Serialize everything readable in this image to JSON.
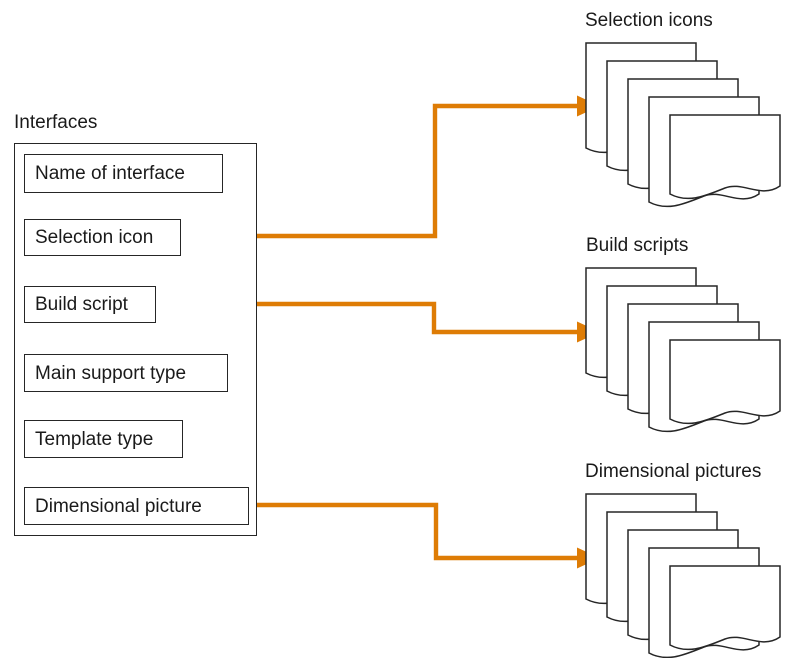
{
  "diagram": {
    "type": "entity-to-document-stacks",
    "title_visible": false,
    "colors": {
      "connector": "#DE7C05",
      "stroke": "#262626",
      "text": "#1A1A1A",
      "background": "#FFFFFF"
    },
    "entity": {
      "label": "Interfaces",
      "attributes": [
        {
          "name": "name-of-interface",
          "label": "Name of interface",
          "has_connector": false
        },
        {
          "name": "selection-icon",
          "label": "Selection icon",
          "has_connector": true,
          "target": "selection-icons"
        },
        {
          "name": "build-script",
          "label": "Build script",
          "has_connector": true,
          "target": "build-scripts"
        },
        {
          "name": "main-support-type",
          "label": "Main support type",
          "has_connector": false
        },
        {
          "name": "template-type",
          "label": "Template type",
          "has_connector": false
        },
        {
          "name": "dimensional-picture",
          "label": "Dimensional picture",
          "has_connector": true,
          "target": "dimensional-pictures"
        }
      ]
    },
    "stacks": [
      {
        "name": "selection-icons",
        "label": "Selection icons",
        "documents": 5
      },
      {
        "name": "build-scripts",
        "label": "Build scripts",
        "documents": 5
      },
      {
        "name": "dimensional-pictures",
        "label": "Dimensional pictures",
        "documents": 5
      }
    ],
    "connectors": [
      {
        "name": "connector-selection-icon",
        "from": "Selection icon",
        "to": "Selection icons",
        "arrow": true
      },
      {
        "name": "connector-build-script",
        "from": "Build script",
        "to": "Build scripts",
        "arrow": true
      },
      {
        "name": "connector-dimensional-picture",
        "from": "Dimensional picture",
        "to": "Dimensional pictures",
        "arrow": true
      }
    ]
  }
}
